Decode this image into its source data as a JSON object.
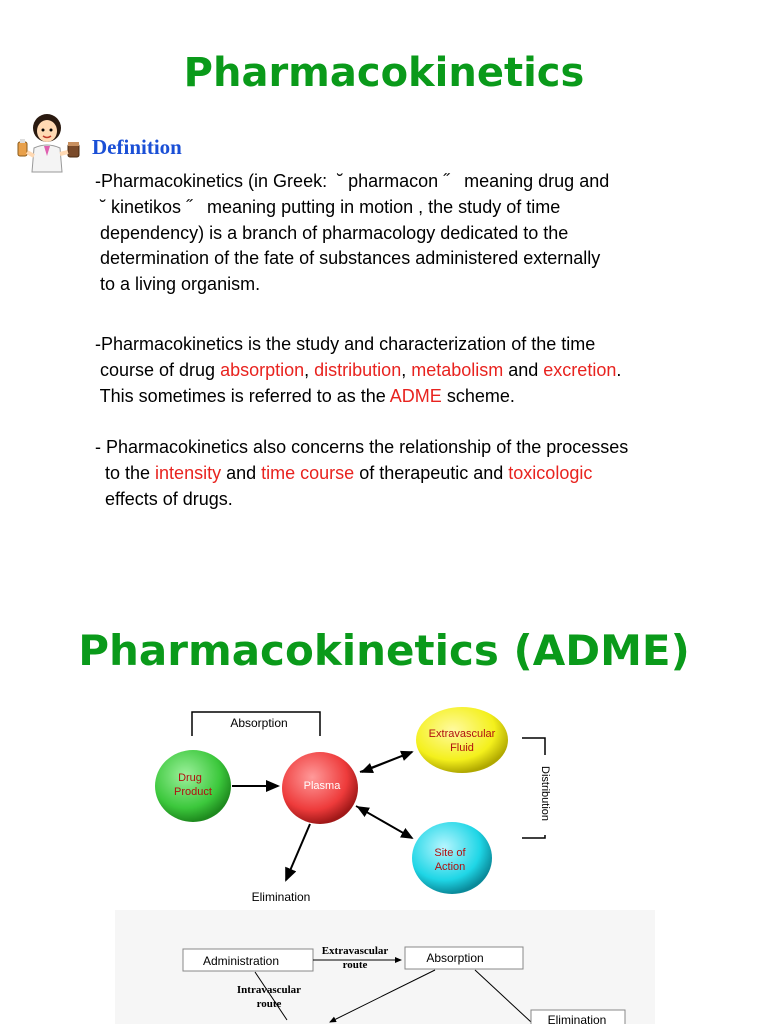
{
  "slide1": {
    "title": "Pharmacokinetics",
    "definition_heading": "Definition",
    "icon": "pharmacist-icon",
    "para1": [
      "-Pharmacokinetics (in Greek:  ˘ pharmacon ˝   meaning drug and",
      " ˘ kinetikos ˝   meaning putting in motion , the study of time",
      " dependency) is a branch of pharmacology dedicated to the",
      " determination of the fate of substances administered externally",
      " to a living organism."
    ],
    "para2": {
      "line1": "-Pharmacokinetics is the study and characterization of the time",
      "line2_a": " course of drug ",
      "absorption": "absorption",
      "comma1": ", ",
      "distribution": "distribution",
      "comma2": ", ",
      "metabolism": "metabolism",
      "and": " and ",
      "excretion": "excretion",
      "period": ".",
      "line3_a": " This sometimes is referred to as the ",
      "adme": "ADME",
      "line3_b": " scheme."
    },
    "para3": {
      "line1": "- Pharmacokinetics also concerns the relationship of the processes",
      "line2_a": "  to the ",
      "intensity": "intensity",
      "line2_b": " and ",
      "time_course": "time course",
      "line2_c": " of therapeutic and ",
      "toxicologic": "toxicologic",
      "line3": "  effects of drugs."
    }
  },
  "slide2": {
    "title": "Pharmacokinetics (ADME)",
    "diagram1": {
      "absorption_label": "Absorption",
      "drug_product_line1": "Drug",
      "drug_product_line2": "Product",
      "plasma": "Plasma",
      "extravascular_line1": "Extravascular",
      "extravascular_line2": "Fluid",
      "site_line1": "Site of",
      "site_line2": "Action",
      "distribution_label": "Distribution",
      "elimination_label": "Elimination",
      "colors": {
        "drug_product": "#3cc83c",
        "plasma": "#ee3b3b",
        "extravascular": "#f4f01c",
        "site_of_action": "#1fd6e6"
      }
    },
    "diagram2": {
      "administration": "Administration",
      "extravascular_route_line1": "Extravascular",
      "extravascular_route_line2": "route",
      "absorption": "Absorption",
      "intravascular_route_line1": "Intravascular",
      "intravascular_route_line2": "route",
      "elimination": "Elimination"
    }
  }
}
